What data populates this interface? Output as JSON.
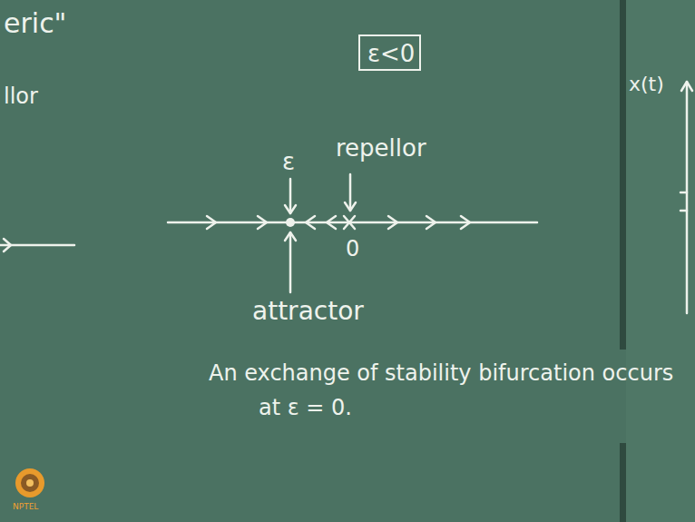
{
  "diagram": {
    "nodes": [
      {
        "text": [
          "ε<0"
        ]
      }
    ],
    "labels": [
      "eric\"",
      "llor",
      "ε",
      "repellor",
      "0",
      "attractor",
      "An exchange of stability bifurcation occurs at ε = 0.",
      "x(t)",
      "NPTEL"
    ]
  }
}
